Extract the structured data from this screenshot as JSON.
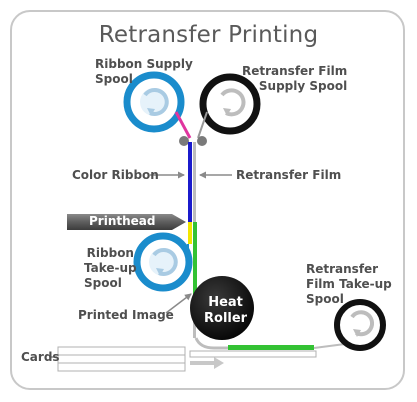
{
  "title": "Retransfer Printing",
  "labels": {
    "ribbon_supply": [
      "Ribbon Supply",
      "Spool"
    ],
    "film_supply": [
      "Retransfer Film",
      "Supply Spool"
    ],
    "color_ribbon": "Color Ribbon",
    "retransfer_film": "Retransfer Film",
    "printhead": "Printhead",
    "ribbon_takeup": [
      "Ribbon",
      "Take-up",
      "Spool"
    ],
    "printed_image": "Printed Image",
    "heat_roller": [
      "Heat",
      "Roller"
    ],
    "film_takeup": [
      "Retransfer",
      "Film Take-up",
      "Spool"
    ],
    "cards": "Cards"
  },
  "colors": {
    "ribbon_blue": "#1a8ccc",
    "ribbon_magenta": "#e0359f",
    "ribbon_yellow": "#f2e600",
    "ribbon_green": "#33c233",
    "ribbon_navy": "#1b1bcc",
    "film_spool": "#111111",
    "printhead": "#555555"
  }
}
